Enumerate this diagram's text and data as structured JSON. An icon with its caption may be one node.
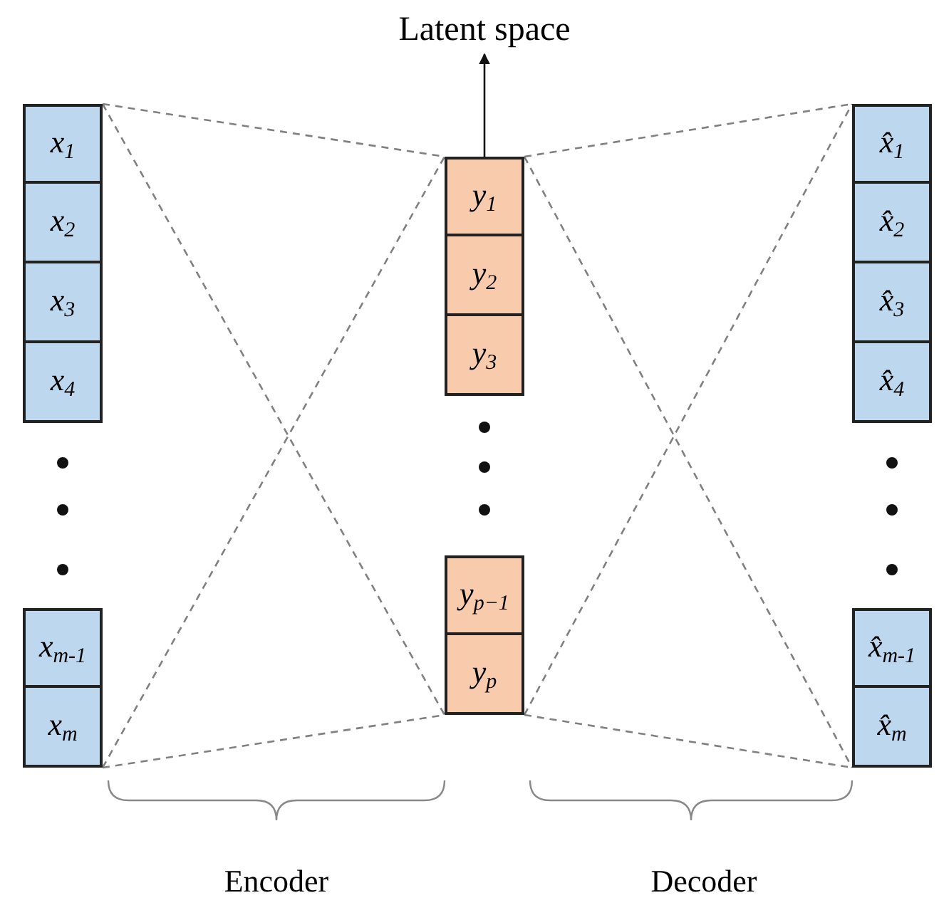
{
  "diagram": {
    "nodes": [
      {
        "text": [
          "Latent space"
        ]
      },
      {
        "text": [
          "*x*$_{1}$"
        ]
      },
      {
        "text": [
          "*x*$_{2}$"
        ]
      },
      {
        "text": [
          "*x*$_{3}$"
        ]
      },
      {
        "text": [
          "*x*$_{4}$"
        ]
      },
      {
        "text": [
          "*x*$_{m-1}$"
        ]
      },
      {
        "text": [
          "*x*$_{m}$"
        ]
      },
      {
        "text": [
          "*y*$_{1}$"
        ]
      },
      {
        "text": [
          "*y*$_{2}$"
        ]
      },
      {
        "text": [
          "*y*$_{3}$"
        ]
      },
      {
        "text": [
          "*y*$_{p−1}$"
        ]
      },
      {
        "text": [
          "*y*$_{p}$"
        ]
      },
      {
        "text": [
          "*x̂*$_{1}$"
        ]
      },
      {
        "text": [
          "*x̂*$_{2}$"
        ]
      },
      {
        "text": [
          "*x̂*$_{3}$"
        ]
      },
      {
        "text": [
          "*x̂*$_{4}$"
        ]
      },
      {
        "text": [
          "*x̂*$_{m-1}$"
        ]
      },
      {
        "text": [
          "*x̂*$_{m}$"
        ]
      }
    ],
    "edges": [
      {
        "from": 7,
        "to": 0,
        "arrow": "to",
        "color": "#111111"
      },
      {
        "from": 1,
        "to": 7,
        "arrow": "none",
        "style": "dashed",
        "color": "#808080"
      },
      {
        "from": 1,
        "to": 11,
        "arrow": "none",
        "style": "dashed",
        "color": "#808080"
      },
      {
        "from": 6,
        "to": 7,
        "arrow": "none",
        "style": "dashed",
        "color": "#808080"
      },
      {
        "from": 6,
        "to": 11,
        "arrow": "none",
        "style": "dashed",
        "color": "#808080"
      },
      {
        "from": 7,
        "to": 12,
        "arrow": "none",
        "style": "dashed",
        "color": "#808080"
      },
      {
        "from": 7,
        "to": 17,
        "arrow": "none",
        "style": "dashed",
        "color": "#808080"
      },
      {
        "from": 11,
        "to": 12,
        "arrow": "none",
        "style": "dashed",
        "color": "#808080"
      },
      {
        "from": 11,
        "to": 17,
        "arrow": "none",
        "style": "dashed",
        "color": "#808080"
      }
    ],
    "labels": [
      "Encoder",
      "Decoder"
    ]
  }
}
